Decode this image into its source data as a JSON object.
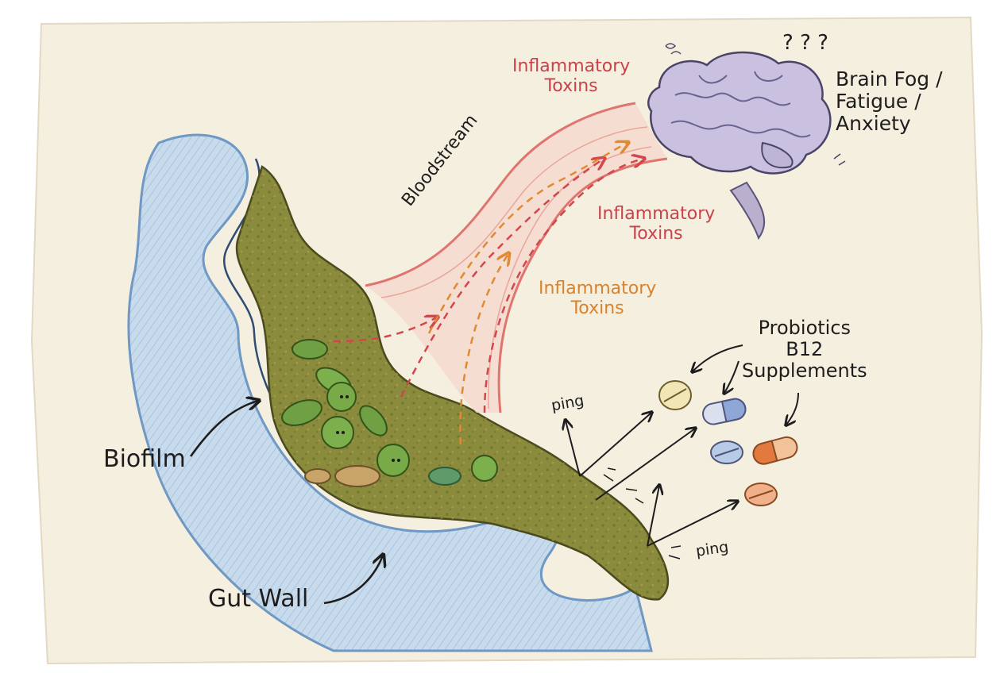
{
  "labels": {
    "toxins_top": [
      "Inflammatory",
      "Toxins"
    ],
    "toxins_middle": [
      "Inflammatory",
      "Toxins"
    ],
    "toxins_lower": [
      "Inflammatory",
      "Toxins"
    ],
    "bloodstream": "Bloodstream",
    "brain_effects": [
      "Brain Fog /",
      "Fatigue /",
      "Anxiety"
    ],
    "treatments": [
      "Probiotics",
      "B12",
      "Supplements"
    ],
    "biofilm": "Biofilm",
    "gut_wall": "Gut Wall",
    "ping_upper": "ping",
    "ping_lower": "ping",
    "question_marks": "? ? ?"
  },
  "colors": {
    "paper": "#f5efe0",
    "gut_wall_blue": "#8fb3d6",
    "biofilm_olive": "#8a8b3c",
    "bacteria_green": "#6fa044",
    "bloodstream_red": "#e0756f",
    "toxin_red": "#c9424a",
    "toxin_orange": "#d9822b",
    "brain_lavender": "#c9c1df",
    "ink": "#1d1d1d"
  },
  "icons": [
    "brain-icon",
    "tablet-icon",
    "capsule-icon",
    "question-mark-icon",
    "bacteria-icon"
  ]
}
